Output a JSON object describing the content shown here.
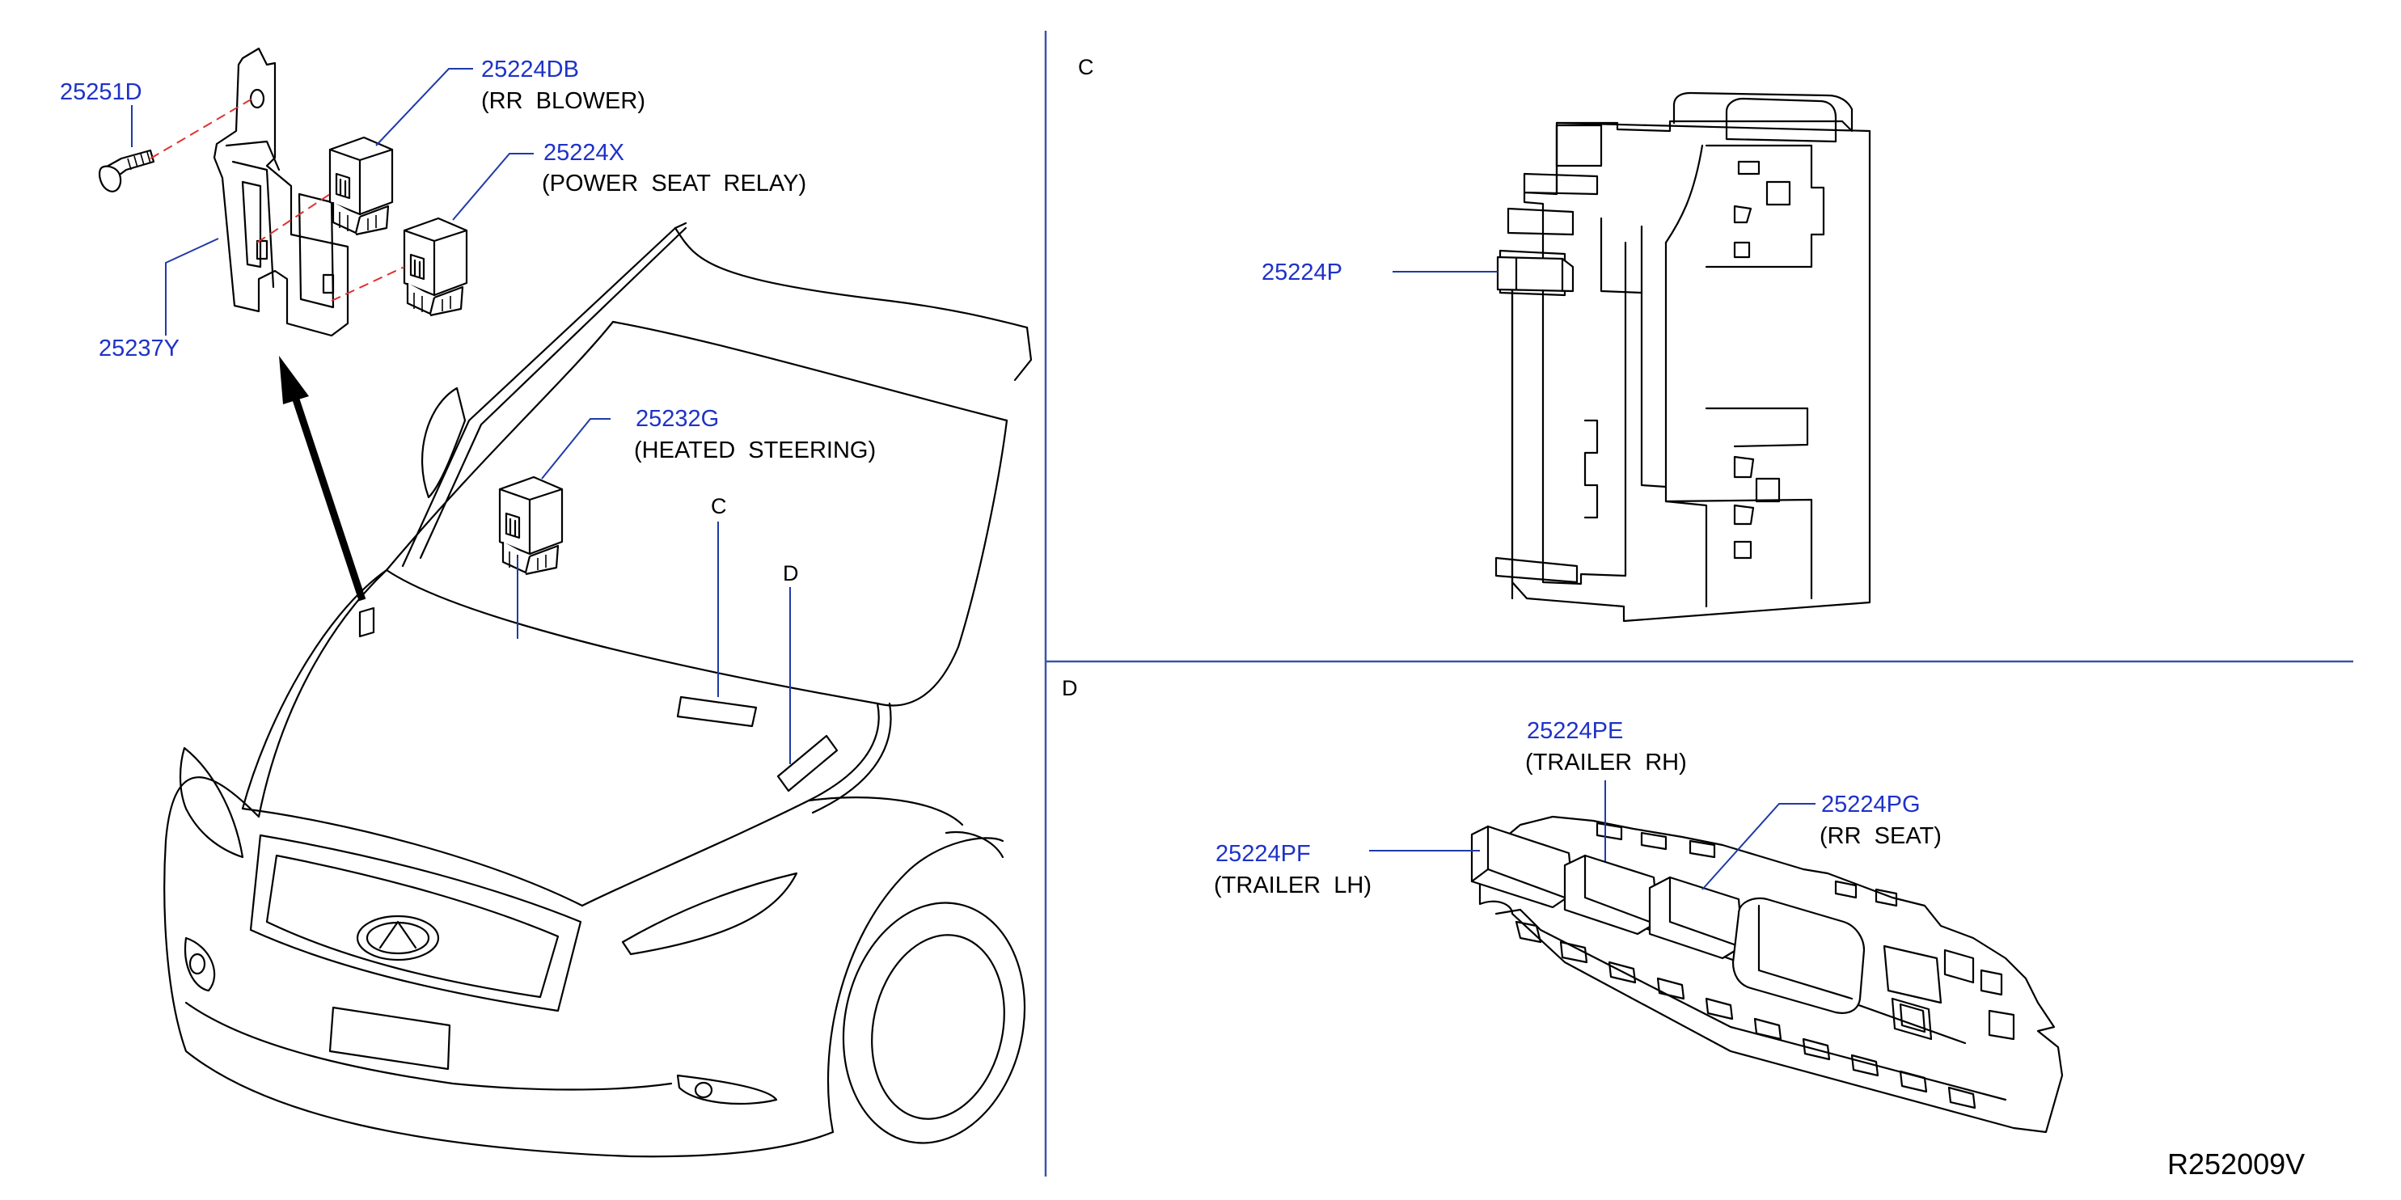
{
  "drawing_code": "R252009V",
  "sections": {
    "c": "C",
    "d": "D"
  },
  "callouts": {
    "c": "C",
    "d": "D"
  },
  "parts": {
    "p25251D": {
      "number": "25251D"
    },
    "p25237Y": {
      "number": "25237Y"
    },
    "p25224DB": {
      "number": "25224DB",
      "desc": "(RR  BLOWER)"
    },
    "p25224X": {
      "number": "25224X",
      "desc": "(POWER  SEAT  RELAY)"
    },
    "p25232G": {
      "number": "25232G",
      "desc": "(HEATED  STEERING)"
    },
    "p25224P": {
      "number": "25224P"
    },
    "p25224PE": {
      "number": "25224PE",
      "desc": "(TRAILER  RH)"
    },
    "p25224PG": {
      "number": "25224PG",
      "desc": "(RR  SEAT)"
    },
    "p25224PF": {
      "number": "25224PF",
      "desc": "(TRAILER  LH)"
    }
  },
  "colors": {
    "part_number": "#1e32c8",
    "leader_line": "#1f3aa8",
    "dashed_guide": "#e03030",
    "divider": "#3a55a8"
  }
}
